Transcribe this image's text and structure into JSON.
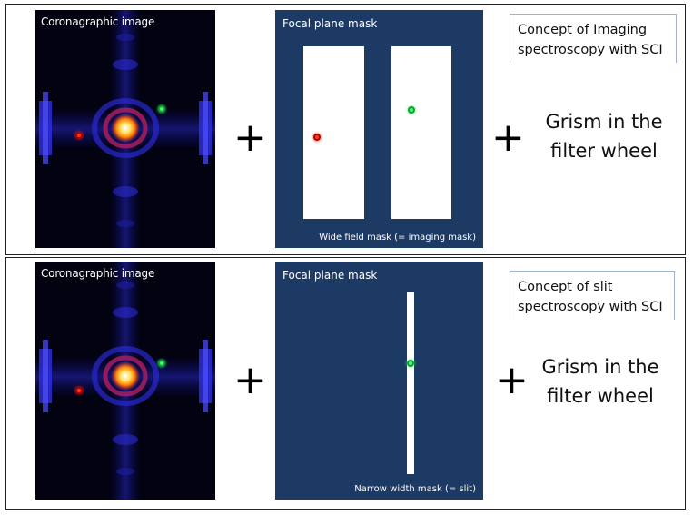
{
  "top_panel": {
    "coronagraph_label": "Coronagraphic image",
    "plus_symbol": "+",
    "mask_title": "Focal plane mask",
    "mask_caption": "Wide field mask (= imaging mask)",
    "concept_line1": "Concept of Imaging",
    "concept_line2": "spectroscopy with SCI",
    "grism_line1": "Grism in the",
    "grism_line2": "filter wheel"
  },
  "bottom_panel": {
    "coronagraph_label": "Coronagraphic image",
    "plus_symbol": "+",
    "mask_title": "Focal plane mask",
    "mask_caption": "Narrow width mask (= slit)",
    "concept_line1": "Concept of slit",
    "concept_line2": "spectroscopy with SCI",
    "grism_line1": "Grism in the",
    "grism_line2": "filter wheel"
  },
  "colors": {
    "mask_background": "#1c3a63",
    "coronagraph_background": "#020210",
    "planet_red": "#ff3a1a",
    "planet_green": "#3cff6a"
  }
}
